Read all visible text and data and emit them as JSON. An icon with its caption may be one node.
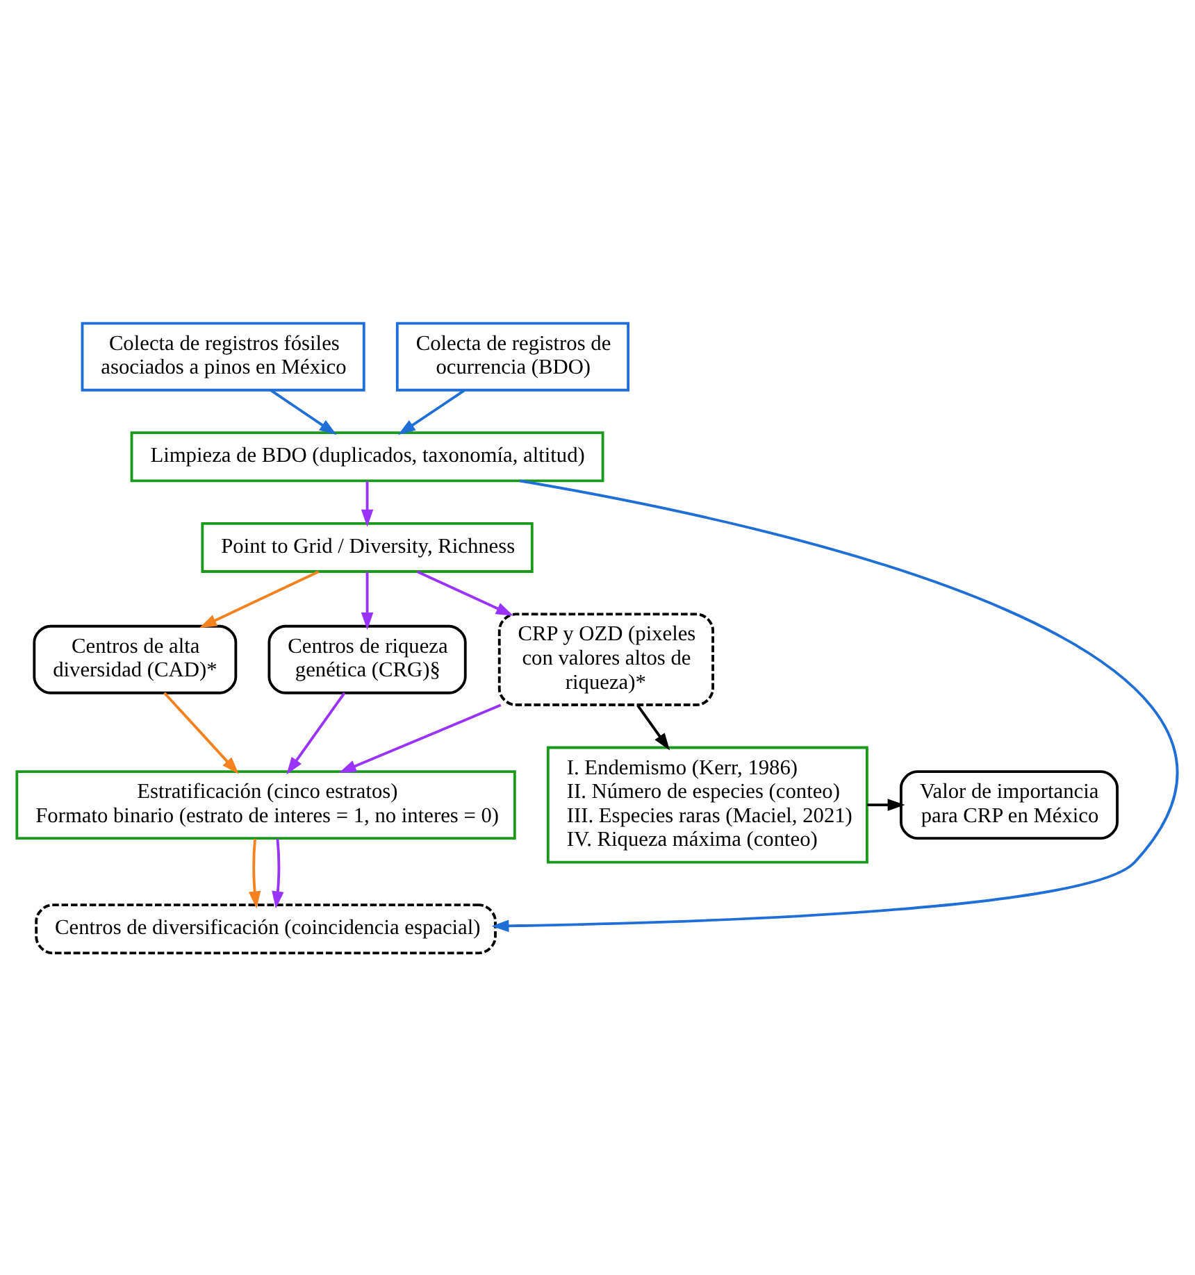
{
  "diagram": {
    "nodes": [
      {
        "text": [
          "Colecta de registros fósiles asociados a pinos en México"
        ]
      },
      {
        "text": [
          "Colecta de registros de ocurrencia (BDO)"
        ]
      },
      {
        "text": [
          "Limpieza de BDO (duplicados, taxonomía, altitud)"
        ]
      },
      {
        "text": [
          "Point to Grid / Diversity, Richness"
        ]
      },
      {
        "text": [
          "Centros de alta diversidad (CAD)*"
        ]
      },
      {
        "text": [
          "Centros de riqueza genética (CRG)§"
        ]
      },
      {
        "text": [
          "CRP y OZD (pixeles con valores altos de riqueza)*"
        ]
      },
      {
        "text": [
          "Estratificación (cinco estratos)",
          "Formato binario (estrato de interes = 1, no interes = 0)"
        ]
      },
      {
        "text": [
          "Centros de diversificación (coincidencia espacial)"
        ]
      },
      {
        "text": [
          "Valor de importancia para CRP en México"
        ]
      },
      {
        "text": [
          "I. Endemismo (Kerr, 1986)",
          "II. Número de especies (conteo)",
          "III. Especies raras (Maciel, 2021)",
          "IV. Riqueza máxima (conteo)"
        ]
      }
    ],
    "edges": [
      {
        "from": 0,
        "to": 2,
        "arrow": "to",
        "color": "#1f6fd6"
      },
      {
        "from": 1,
        "to": 2,
        "arrow": "to",
        "color": "#1f6fd6"
      },
      {
        "from": 2,
        "to": 8,
        "arrow": "to",
        "color": "#1f6fd6"
      },
      {
        "from": 2,
        "to": 3,
        "arrow": "to"
      },
      {
        "from": 3,
        "to": 4,
        "arrow": "to",
        "color": "#f5821f"
      },
      {
        "from": 3,
        "to": 5,
        "arrow": "to"
      },
      {
        "from": 3,
        "to": 6,
        "arrow": "to"
      },
      {
        "from": 4,
        "to": 7,
        "arrow": "to",
        "color": "#f5821f"
      },
      {
        "from": 5,
        "to": 7,
        "arrow": "to"
      },
      {
        "from": 6,
        "to": 7,
        "arrow": "to"
      },
      {
        "from": 7,
        "to": 8,
        "arrow": "to",
        "color": "#f5821f"
      },
      {
        "from": 7,
        "to": 8,
        "arrow": "to"
      },
      {
        "from": 6,
        "to": 10,
        "arrow": "to",
        "color": "#000000"
      },
      {
        "from": 10,
        "to": 9,
        "arrow": "to",
        "color": "#000000"
      }
    ]
  }
}
